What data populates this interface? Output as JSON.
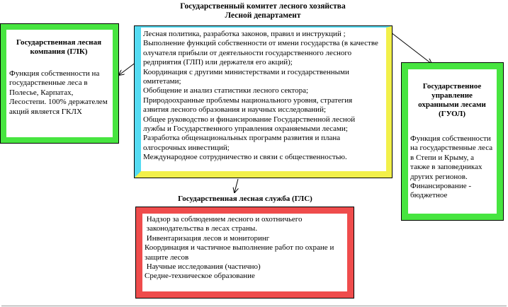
{
  "center": {
    "title_line1": "Государственный комитет лесного хозяйства",
    "title_line2": "Лесной департамент",
    "lines": [
      "Лесная политика, разработка законов, правил и  инструкций ;",
      "Выполнение функций собственности от имени государства (в качестве",
      "олучателя прибыли от деятельности государственного лесного",
      "редприятия (ГЛП) или держателя его акций);",
      "Координация с другими министерствами и государственными",
      "омитетами;",
      "Обобщение и анализ статистики лесного сектора;",
      "Природоохранные проблемы национального уровня, стратегия",
      "азвития лесного образования и научных исследований;",
      "Общее руководство и финансирование Государственной лесной",
      "лужбы  и Государственного управления  охраняемыми лесами;",
      "Разработка общенациональных программ развития и плана",
      "олгосрочных инвестиций;",
      "Международное сотрудничество и связи с общественностью."
    ]
  },
  "left": {
    "title": "Государственная лесная компания (ГЛК)",
    "text": "Функция собственности на государственные леса в Полесье, Карпатах, Лесостепи. 100% держателем акций является ГКЛХ"
  },
  "right": {
    "title": "Государственное управление охранными лесами (ГУОЛ)",
    "text": "Функция собственности на государственные леса в Степи и Крыму, а также в заповедниках других регионов. Финансирование - бюджетное"
  },
  "bottom": {
    "title": "Государственная лесная служба (ГЛС)",
    "lines": [
      " Надзор за соблюдением лесного и охотничьего",
      " законодательства в лесах страны.",
      " Инвентаризация лесов и мониторинг",
      "Координация и частичное выполнение работ по охране и",
      "защите лесов",
      " Научные исследования (частично)",
      "Средне-техническое образование"
    ]
  },
  "colors": {
    "cyan": "#55dbf2",
    "yellow": "#f2f04a",
    "green": "#47e540",
    "red": "#ef4c4c"
  }
}
